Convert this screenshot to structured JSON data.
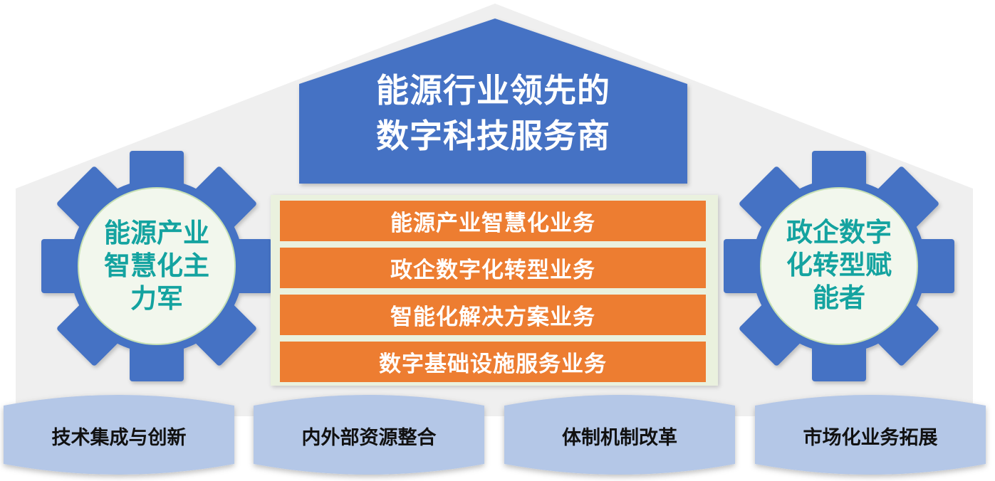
{
  "title": {
    "line1": "能源行业领先的",
    "line2": "数字科技服务商"
  },
  "business_lines": [
    "能源产业智慧化业务",
    "政企数字化转型业务",
    "智能化解决方案业务",
    "数字基础设施服务业务"
  ],
  "gears": {
    "left": {
      "line1": "能源产业",
      "line2": "智慧化主",
      "line3": "力军"
    },
    "right": {
      "line1": "政企数字",
      "line2": "化转型赋",
      "line3": "能者"
    }
  },
  "pillars": [
    "技术集成与创新",
    "内外部资源整合",
    "体制机制改革",
    "市场化业务拓展"
  ],
  "colors": {
    "roof_gray": "#efefef",
    "title_blue": "#4472c4",
    "gear_blue": "#4472c4",
    "gear_inner": "#f2f7ed",
    "gear_text": "#14a3a0",
    "bar_orange": "#ed7d31",
    "bar_frame": "#eaf1de",
    "pillar_blue": "#b4c7e7"
  },
  "icons": [
    "gear-icon-left",
    "gear-icon-right"
  ]
}
